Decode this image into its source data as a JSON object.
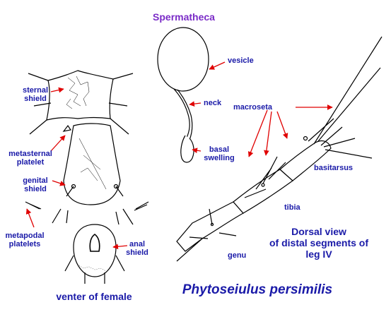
{
  "colors": {
    "label": "#1a1aa8",
    "heading": "#7a2bc7",
    "arrow": "#e00000",
    "line": "#000000"
  },
  "spermatheca": {
    "title": "Spermatheca",
    "vesicle": "vesicle",
    "neck": "neck",
    "basal_swelling_1": "basal",
    "basal_swelling_2": "swelling"
  },
  "venter": {
    "sternal_1": "sternal",
    "sternal_2": "shield",
    "metasternal_1": "metasternal",
    "metasternal_2": "platelet",
    "genital_1": "genital",
    "genital_2": "shield",
    "metapodal_1": "metapodal",
    "metapodal_2": "platelets",
    "anal_1": "anal",
    "anal_2": "shield",
    "caption": "venter of female"
  },
  "leg": {
    "macroseta": "macroseta",
    "basitarsus": "basitarsus",
    "tibia": "tibia",
    "genu": "genu",
    "view_1": "Dorsal view",
    "view_2": "of distal segments of",
    "view_3": "leg IV"
  },
  "species": "Phytoseiulus persimilis"
}
